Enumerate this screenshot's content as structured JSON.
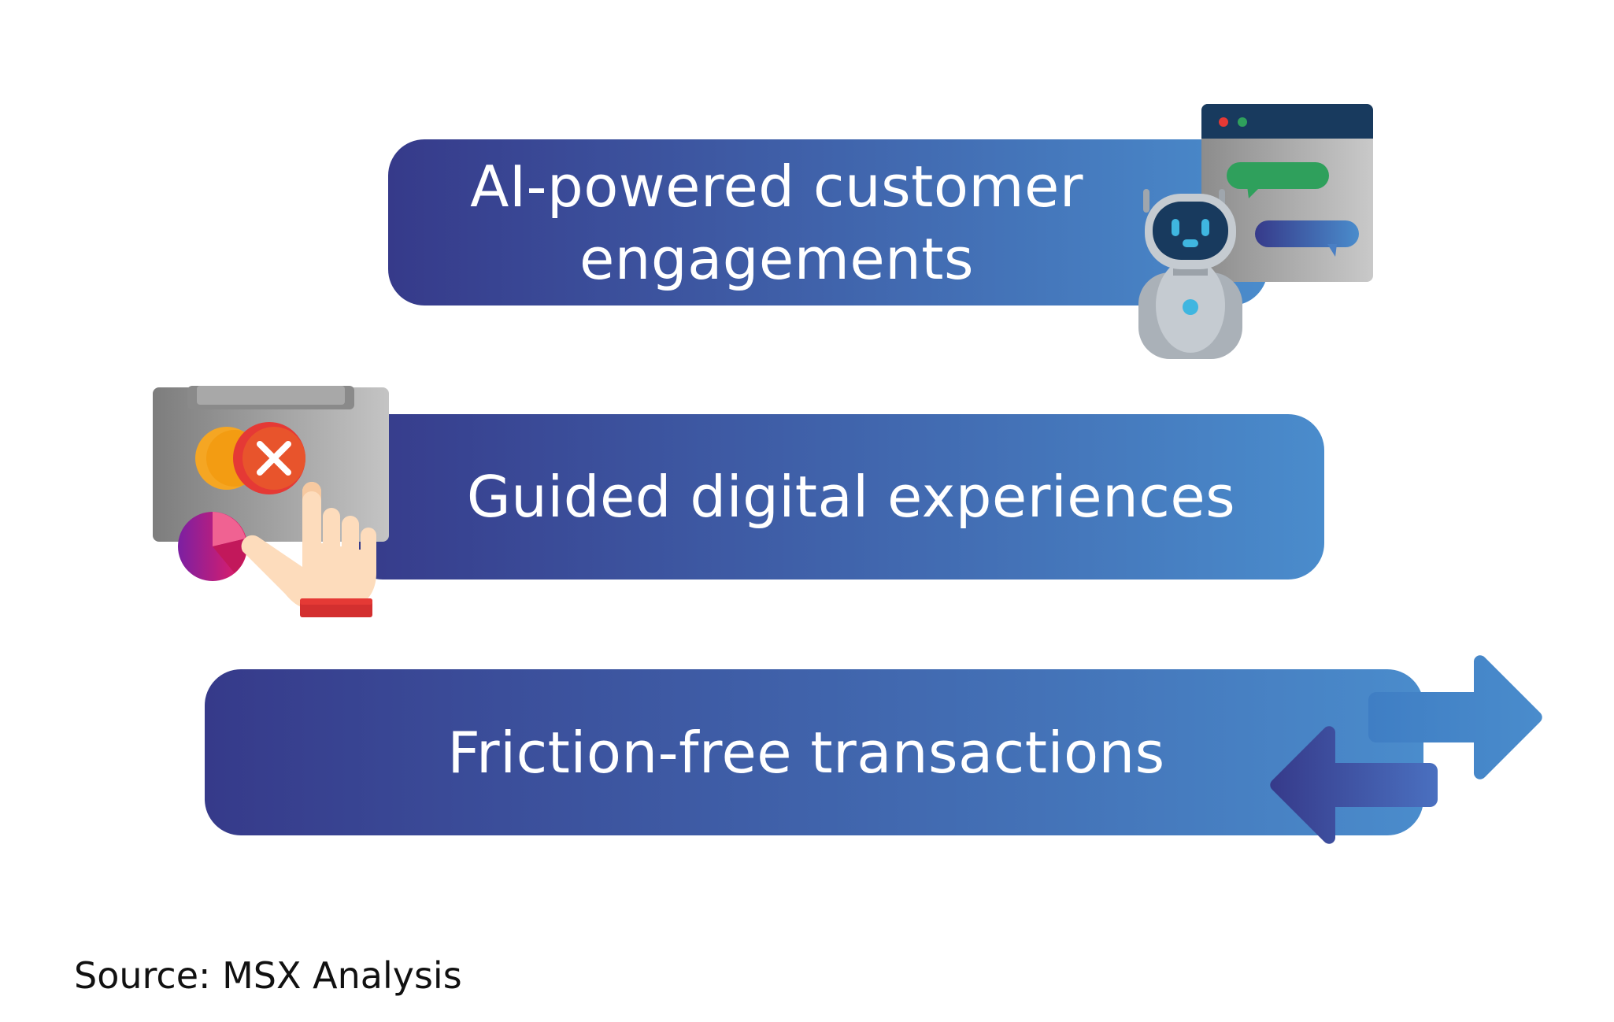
{
  "colors": {
    "bar_start": "#363a8a",
    "bar_end": "#4a8ccc",
    "text_on_bar": "#ffffff",
    "source_text": "#111111"
  },
  "items": [
    {
      "label": "AI-powered customer engagements",
      "icon": "chatbot-robot-icon"
    },
    {
      "label": "Guided digital experiences",
      "icon": "touchscreen-hand-icon"
    },
    {
      "label": "Friction-free transactions",
      "icon": "exchange-arrows-icon"
    }
  ],
  "source": "Source: MSX Analysis"
}
